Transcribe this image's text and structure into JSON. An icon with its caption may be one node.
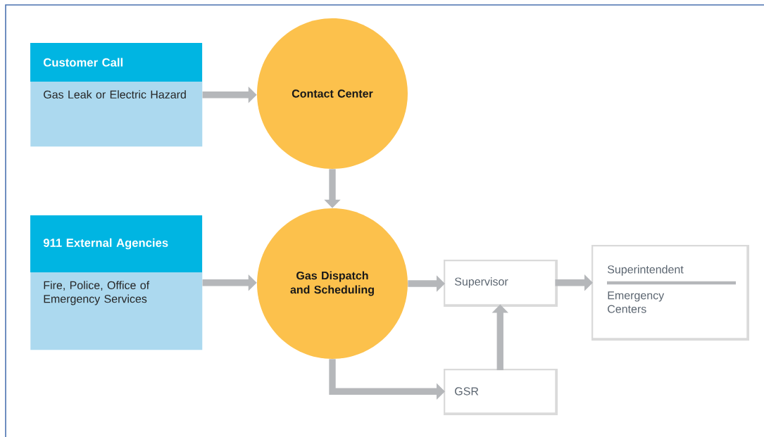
{
  "diagram": {
    "nodes": [
      {
        "text": [
          "Customer Call",
          "Gas Leak or Electric Hazard"
        ]
      },
      {
        "text": [
          "Contact Center"
        ]
      },
      {
        "text": [
          "911 External Agencies",
          "Fire, Police, Office of Emergency Services"
        ]
      },
      {
        "text": [
          "Gas Dispatch and Scheduling"
        ]
      },
      {
        "text": [
          "Supervisor"
        ]
      },
      {
        "text": [
          "Superintendent",
          "Emergency Centers"
        ]
      },
      {
        "text": [
          "GSR"
        ]
      }
    ],
    "edges": [
      {
        "from": 0,
        "to": 1,
        "arrow": "to"
      },
      {
        "from": 1,
        "to": 3,
        "arrow": "to"
      },
      {
        "from": 2,
        "to": 3,
        "arrow": "to"
      },
      {
        "from": 3,
        "to": 4,
        "arrow": "to"
      },
      {
        "from": 4,
        "to": 5,
        "arrow": "to"
      },
      {
        "from": 3,
        "to": 6,
        "arrow": "to"
      },
      {
        "from": 6,
        "to": 4,
        "arrow": "to"
      }
    ]
  }
}
